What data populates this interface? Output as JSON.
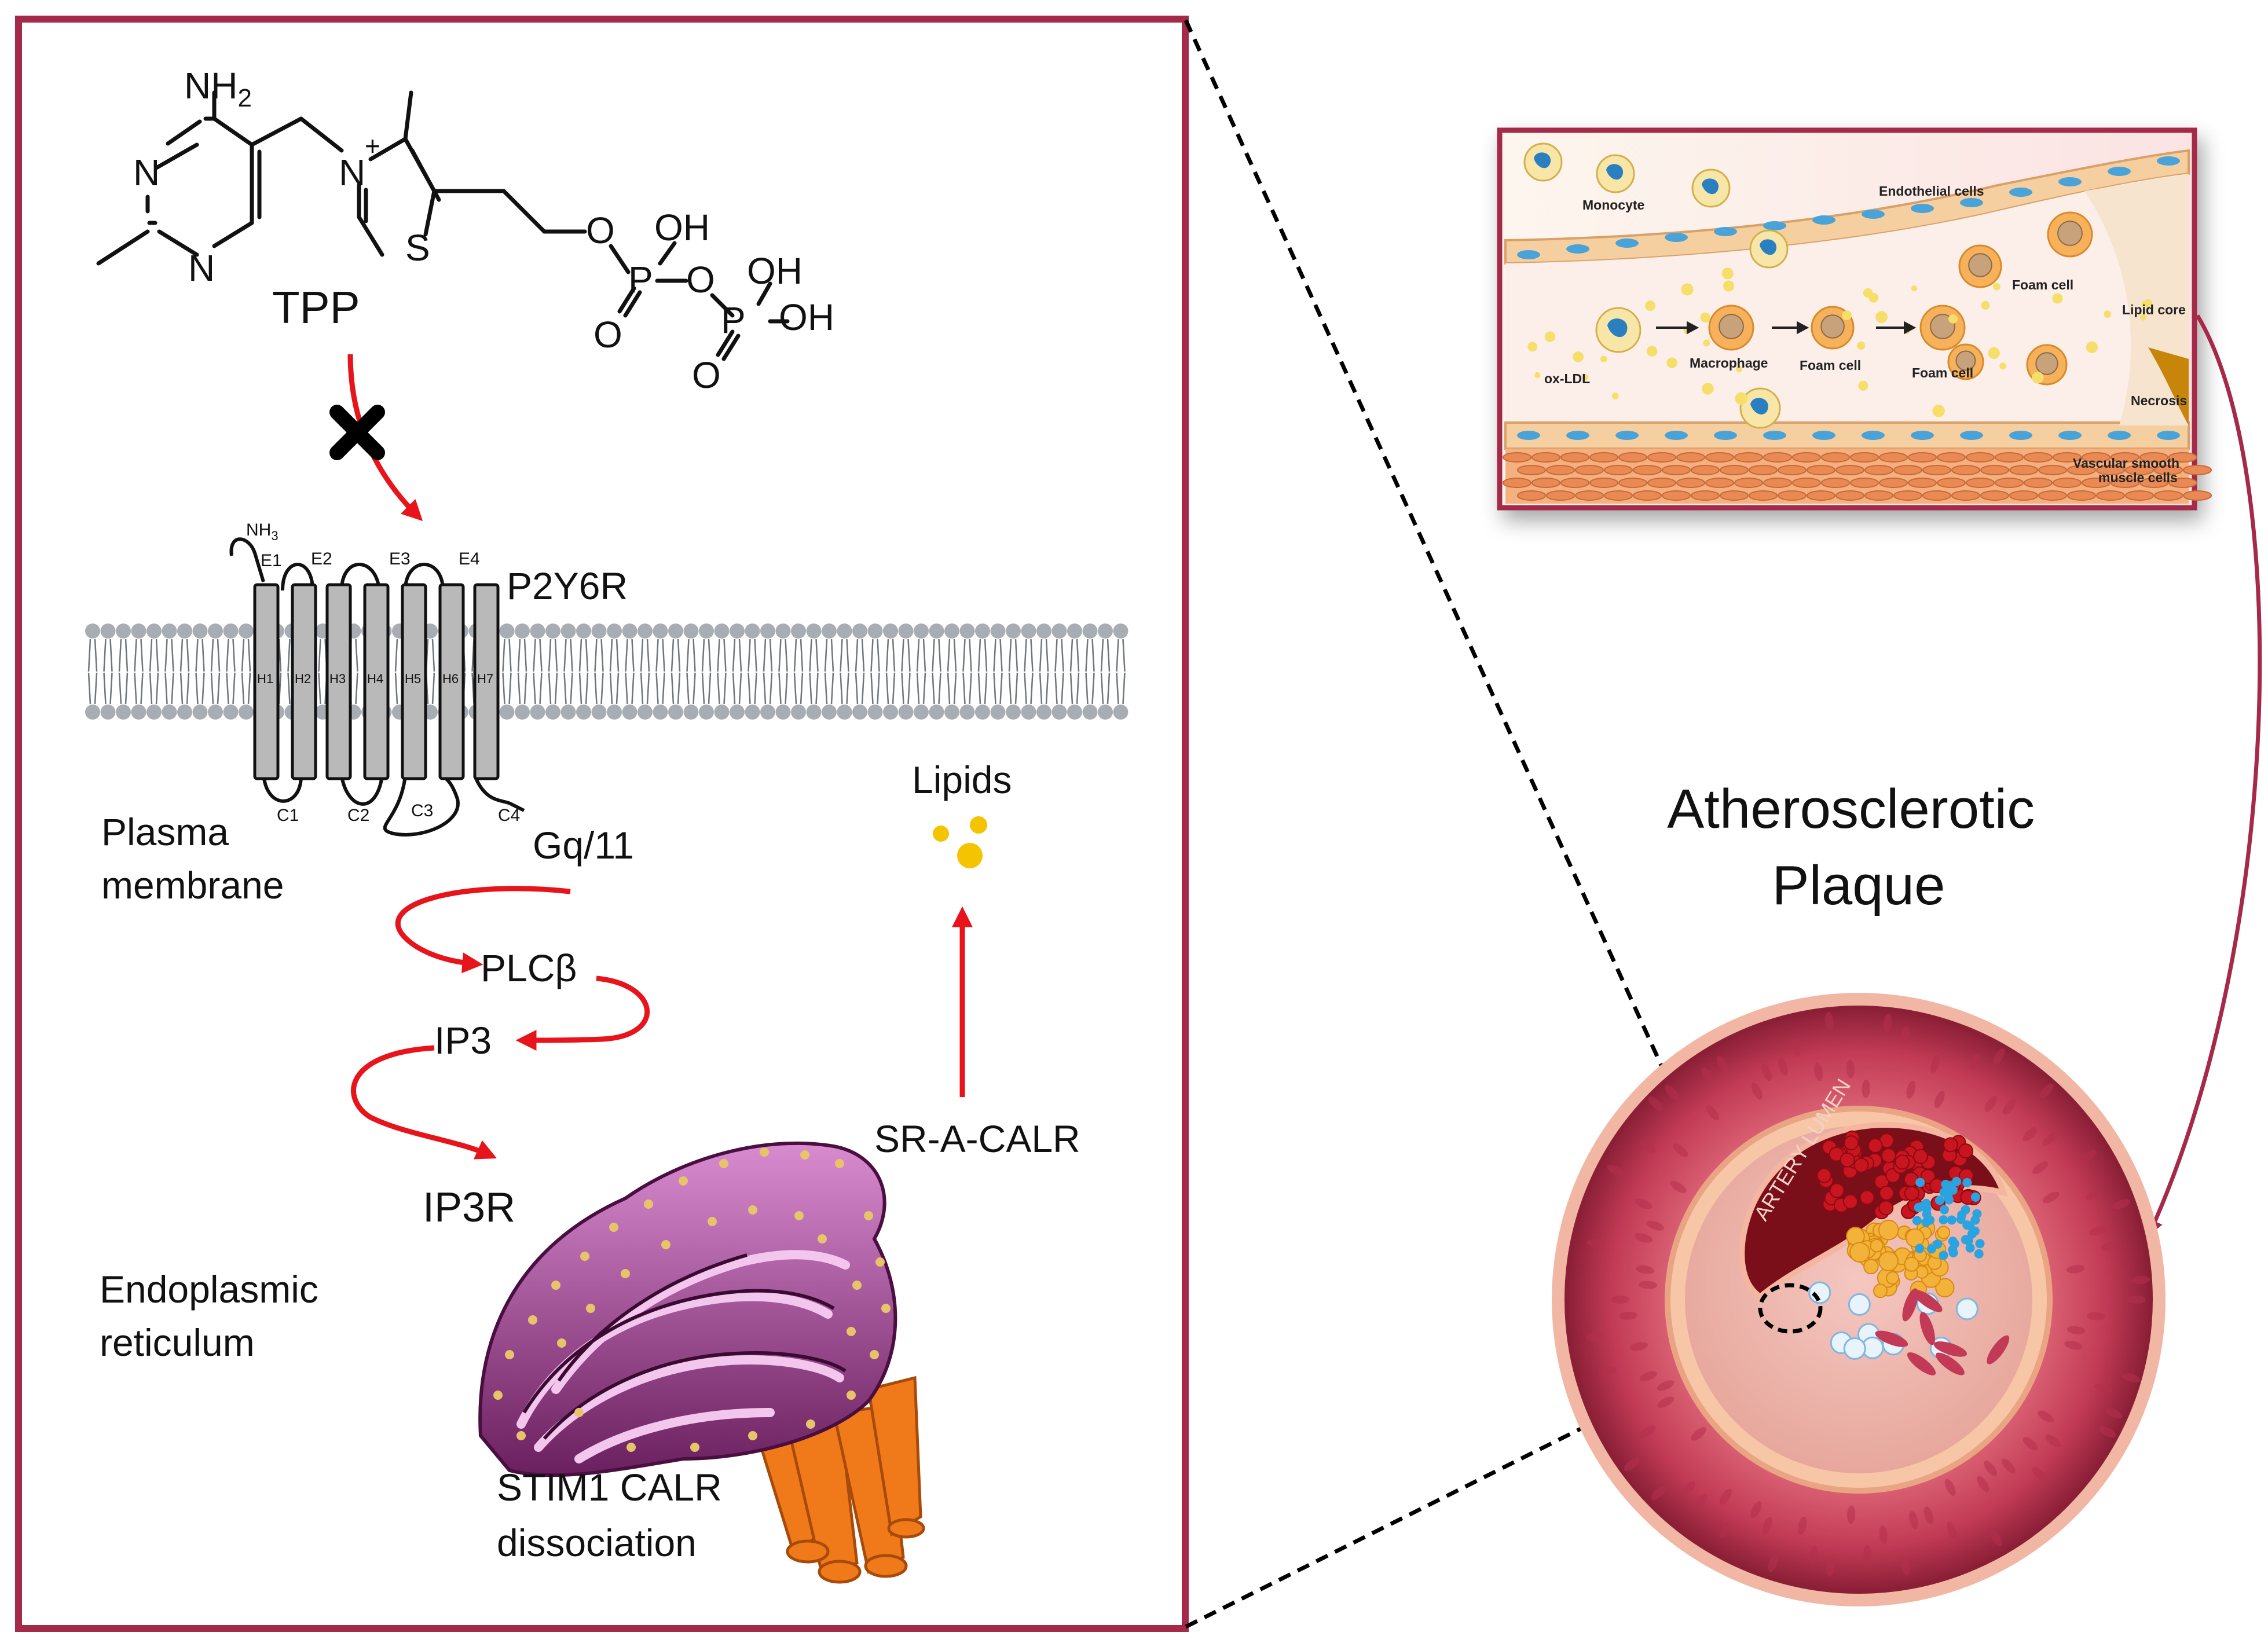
{
  "pathway": {
    "tpp": "TPP",
    "p2y6r": "P2Y6R",
    "plasma_membrane": [
      "Plasma",
      "membrane"
    ],
    "gq11": "Gq/11",
    "plcb": "PLCβ",
    "ip3": "IP3",
    "ip3r": "IP3R",
    "er": [
      "Endoplasmic",
      "reticulum"
    ],
    "stim": [
      "STIM1 CALR",
      "dissociation"
    ],
    "sr_a_calr": "SR-A-CALR",
    "lipids": "Lipids"
  },
  "chem": {
    "nh2": "NH",
    "nh2_sub": "2",
    "n_top": "N",
    "n_bottom": "N",
    "n_plus": "N",
    "plus": "+",
    "s": "S",
    "o1": "O",
    "p1": "P",
    "oh1": "OH",
    "o_dbl1": "O",
    "o2": "O",
    "p2": "P",
    "oh2": "OH",
    "oh3": "OH",
    "o_dbl2": "O"
  },
  "receptor": {
    "nh3": "NH",
    "nh3_sub": "3",
    "extracellular": [
      "E1",
      "E2",
      "E3",
      "E4"
    ],
    "helices": [
      "H1",
      "H2",
      "H3",
      "H4",
      "H5",
      "H6",
      "H7"
    ],
    "cytoplasmic": [
      "C1",
      "C2",
      "C3",
      "C4"
    ]
  },
  "inset": {
    "monocyte": "Monocyte",
    "endothelial": "Endothelial cells",
    "foam_cell_top": "Foam cell",
    "lipid_core": "Lipid core",
    "ox_ldl": "ox-LDL",
    "macrophage": "Macrophage",
    "foam_cell_a": "Foam cell",
    "foam_cell_b": "Foam cell",
    "necrosis": "Necrosis",
    "vsmc": [
      "Vascular smooth",
      "muscle cells"
    ]
  },
  "plaque": {
    "title": [
      "Atherosclerotic",
      "Plaque"
    ],
    "lumen": "ARTERY LUMEN"
  },
  "colors": {
    "frame": "#a52a4a",
    "arrow": "#e8141b",
    "lipid": "#f5c400",
    "er_purple": "#7a2a6a",
    "er_orange": "#f07a1a"
  }
}
